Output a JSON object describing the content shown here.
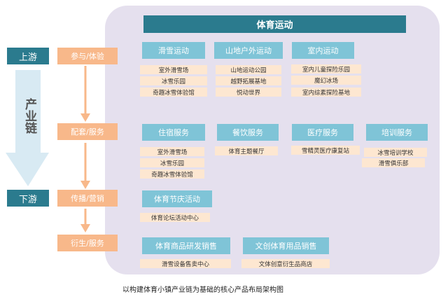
{
  "title": "体育运动",
  "stages": {
    "upstream": "上游",
    "downstream": "下游",
    "chain": "产业链"
  },
  "levels": [
    "参与/体验",
    "配套/服务",
    "传播/营销",
    "衍生/服务"
  ],
  "row1": [
    {
      "header": "滑雪运动",
      "items": [
        "室外滑雪场",
        "冰雪乐园",
        "奇趣冰雪体验馆"
      ]
    },
    {
      "header": "山地户外运动",
      "items": [
        "山地运动公园",
        "越野拓展基地",
        "悦动世界"
      ]
    },
    {
      "header": "室内运动",
      "items": [
        "室内儿童探险乐园",
        "魔幻冰场",
        "室内综素探险基地"
      ]
    }
  ],
  "row2": [
    {
      "header": "住宿服务",
      "items": [
        "室外滑雪场",
        "冰雪乐园",
        "奇趣冰雪体验馆"
      ]
    },
    {
      "header": "餐饮服务",
      "items": [
        "体育主题餐厅"
      ]
    },
    {
      "header": "医疗服务",
      "items": [
        "雪精灵医疗康复站"
      ]
    },
    {
      "header": "培训服务",
      "items": [
        "冰雪培训学校",
        "滑雪俱乐部"
      ]
    }
  ],
  "row3": [
    {
      "header": "体育节庆活动",
      "items": [
        "体育论坛活动中心"
      ]
    }
  ],
  "row4": [
    {
      "header": "体育商品研发销售",
      "items": [
        "滑雪设备售卖中心"
      ]
    },
    {
      "header": "文创体育用品销售",
      "items": [
        "文体创意衍生品商店"
      ]
    }
  ],
  "caption": "以构建体育小镇产业链为基础的核心产品布局架构图"
}
